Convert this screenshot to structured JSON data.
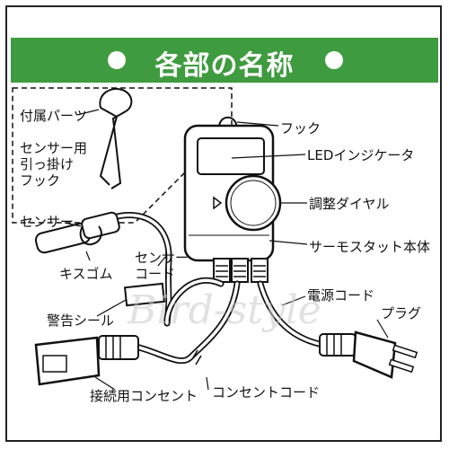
{
  "title": "各部の名称",
  "labels": {
    "accessory": "付属パーツ",
    "hook_line1": "センサー用",
    "hook_line2": "引っ掛け",
    "hook_line3": "フック",
    "sensor": "センサー",
    "kiss_rubber": "キスゴム",
    "sensor_cord_line1": "センサー",
    "sensor_cord_line2": "コード",
    "warning_seal": "警告シール",
    "connection_outlet": "接続用コンセント",
    "outlet_cord": "コンセントコード",
    "hook": "フック",
    "led_indicator": "LEDインジケータ",
    "adjust_dial": "調整ダイヤル",
    "thermostat_body": "サーモスタット本体",
    "power_cord": "電源コード",
    "plug": "プラグ"
  },
  "watermark": "Bird-style",
  "colors": {
    "banner": "#3f9b3f",
    "line": "#111111"
  }
}
